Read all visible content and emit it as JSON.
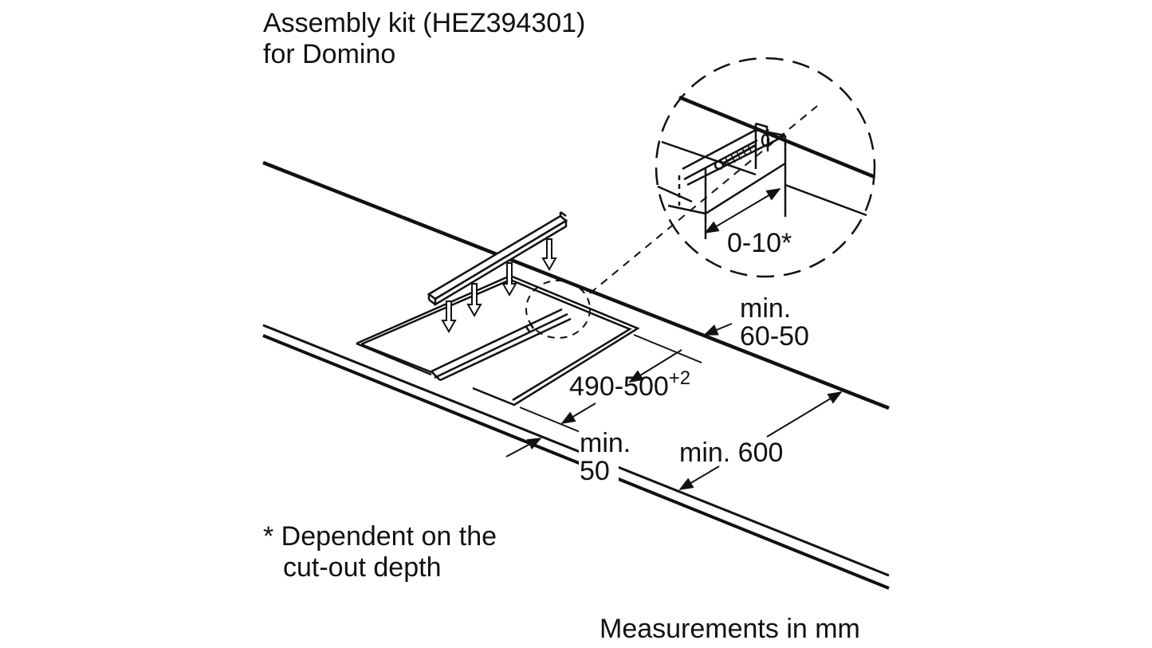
{
  "title": {
    "line1": "Assembly kit (HEZ394301)",
    "line2": "for Domino"
  },
  "dimensions": {
    "detail_range": "0-10*",
    "rear_gap_line1": "min.",
    "rear_gap_line2": "60-50",
    "cutout_depth_main": "490-500",
    "cutout_depth_tolerance": "+2",
    "front_gap_line1": "min.",
    "front_gap_line2": "50",
    "worktop_depth": "min. 600"
  },
  "footnote": {
    "line1": "* Dependent on the",
    "line2": "cut-out depth"
  },
  "units_note": "Measurements in mm",
  "colors": {
    "ink": "#111111",
    "background": "#ffffff"
  }
}
